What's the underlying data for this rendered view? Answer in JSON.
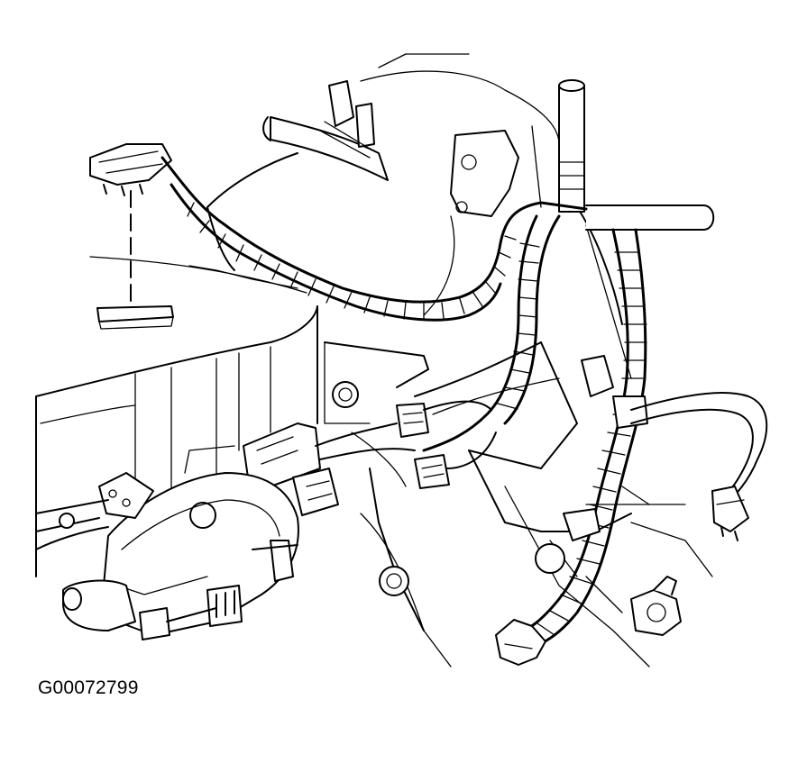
{
  "figure": {
    "id_label": "G00072799"
  },
  "components": [
    {
      "name": "wiring-harness-connector"
    },
    {
      "name": "wiring-harness"
    },
    {
      "name": "park-neutral-position-switch"
    },
    {
      "name": "electrical-connector"
    },
    {
      "name": "mounting-bolt"
    },
    {
      "name": "transmission-housing"
    },
    {
      "name": "vacuum-hose"
    },
    {
      "name": "cable-bracket"
    }
  ],
  "colors": {
    "line": "#000000",
    "background": "#ffffff"
  }
}
